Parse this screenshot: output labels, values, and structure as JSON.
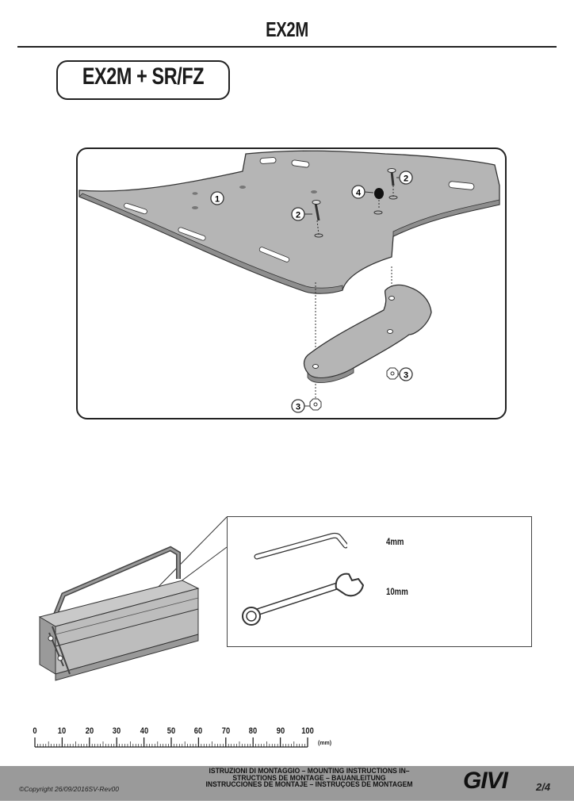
{
  "header": {
    "title": "EX2M"
  },
  "model": {
    "label": "EX2M + SR/FZ"
  },
  "diagram": {
    "callouts": [
      "1",
      "2",
      "2",
      "4",
      "3",
      "3"
    ]
  },
  "tools": {
    "items": [
      {
        "icon": "hex-key-icon",
        "size": "4mm"
      },
      {
        "icon": "combination-wrench-icon",
        "size": "10mm"
      }
    ]
  },
  "ruler": {
    "ticks": [
      "0",
      "10",
      "20",
      "30",
      "40",
      "50",
      "60",
      "70",
      "80",
      "90",
      "100"
    ],
    "unit": "(mm)"
  },
  "footer": {
    "copyright": "©Copyright 26/09/2016SV-Rev00",
    "line1": "ISTRUZIONI DI MONTAGGIO  –  MOUNTING INSTRUCTIONS IN–",
    "line2": "STRUCTIONS DE MONTAGE – BAUANLEITUNG",
    "line3": "INSTRUCCIONES DE MONTAJE – INSTRUÇOES DE MONTAGEM",
    "brand": "GIVI",
    "page": "2/4",
    "colors": {
      "band": "#9a9a9a",
      "text": "#111111"
    }
  }
}
